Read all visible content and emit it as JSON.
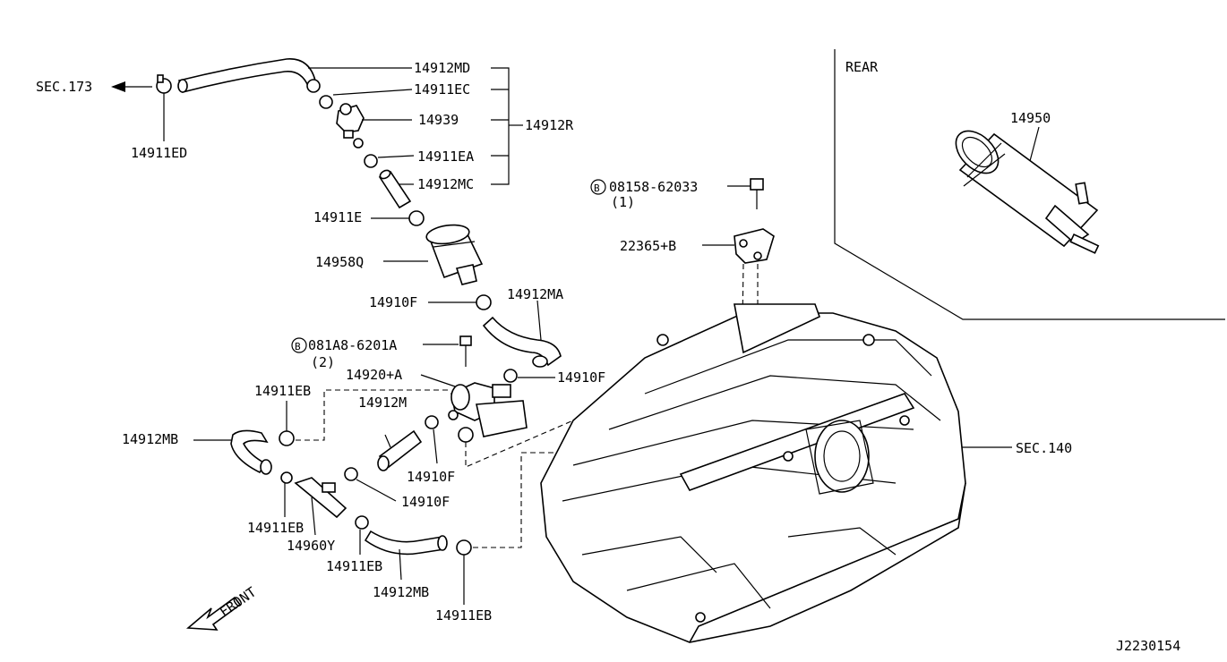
{
  "diagram": {
    "rear_label": "REAR",
    "front_label": "FRONT",
    "sec_173": "SEC.173",
    "sec_140": "SEC.140",
    "drawing_number": "J2230154",
    "callouts": {
      "p14912MD": "14912MD",
      "p14911EC": "14911EC",
      "p14939": "14939",
      "p14912R": "14912R",
      "p14911EA": "14911EA",
      "p14912MC": "14912MC",
      "p14911ED": "14911ED",
      "p14911E": "14911E",
      "p14958Q": "14958Q",
      "p14910F_a": "14910F",
      "p14912MA": "14912MA",
      "bolt_081A8": "081A8-6201A",
      "bolt_081A8_qty": "(2)",
      "p14920A": "14920+A",
      "p14910F_b": "14910F",
      "p14911EB_a": "14911EB",
      "p14912M": "14912M",
      "p14912MB_a": "14912MB",
      "p14910F_c": "14910F",
      "p14910F_d": "14910F",
      "p14911EB_b": "14911EB",
      "p14960Y": "14960Y",
      "p14911EB_c": "14911EB",
      "p14912MB_b": "14912MB",
      "p14911EB_d": "14911EB",
      "bolt_08158": "08158-62033",
      "bolt_08158_qty": "(1)",
      "p22365B": "22365+B",
      "p14950": "14950",
      "bolt_symbol": "B"
    }
  }
}
